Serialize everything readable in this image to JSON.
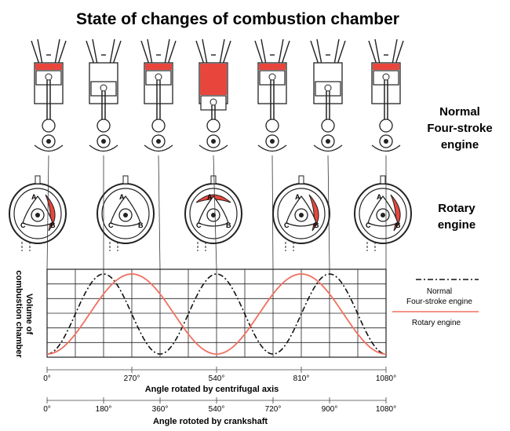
{
  "title": "State of changes of combustion chamber",
  "labels": {
    "normal_line1": "Normal",
    "normal_line2": "Four-stroke",
    "normal_line3": "engine",
    "rotary_line1": "Rotary",
    "rotary_line2": "engine",
    "ylabel_line1": "Volume of",
    "ylabel_line2": "combustion chamber",
    "xlabel_centrifugal": "Angle rotated by centrifugal axis",
    "xlabel_crankshaft": "Angle rototed by crankshaft"
  },
  "legend": {
    "normal_line1": "Normal",
    "normal_line2": "Four-stroke engine",
    "rotary": "Rotary engine"
  },
  "rotor_letters": [
    "A",
    "B",
    "C"
  ],
  "colors": {
    "combustion": "#e8463d",
    "normal_curve": "#111111",
    "rotary_curve": "#f07060",
    "grid": "#222222"
  },
  "chart_data": {
    "type": "line",
    "x_ticks_centrifugal": [
      "0°",
      "270°",
      "540°",
      "810°",
      "1080°"
    ],
    "x_ticks_crankshaft": [
      "0°",
      "180°",
      "360°",
      "540°",
      "720°",
      "900°",
      "1080°"
    ],
    "xlim": [
      0,
      1080
    ],
    "series": [
      {
        "name": "Normal Four-stroke engine",
        "style": "dash-dot",
        "x": [
          0,
          90,
          180,
          270,
          360,
          450,
          540,
          630,
          720,
          810,
          900,
          990,
          1080
        ],
        "y": [
          0,
          0.55,
          1,
          0.55,
          0,
          0.55,
          1,
          0.55,
          0,
          0.55,
          1,
          0.55,
          0
        ]
      },
      {
        "name": "Rotary engine",
        "style": "solid",
        "x": [
          0,
          135,
          270,
          405,
          540,
          675,
          810,
          945,
          1080
        ],
        "y": [
          0,
          0.5,
          1,
          0.5,
          0,
          0.5,
          1,
          0.5,
          0
        ]
      }
    ]
  }
}
